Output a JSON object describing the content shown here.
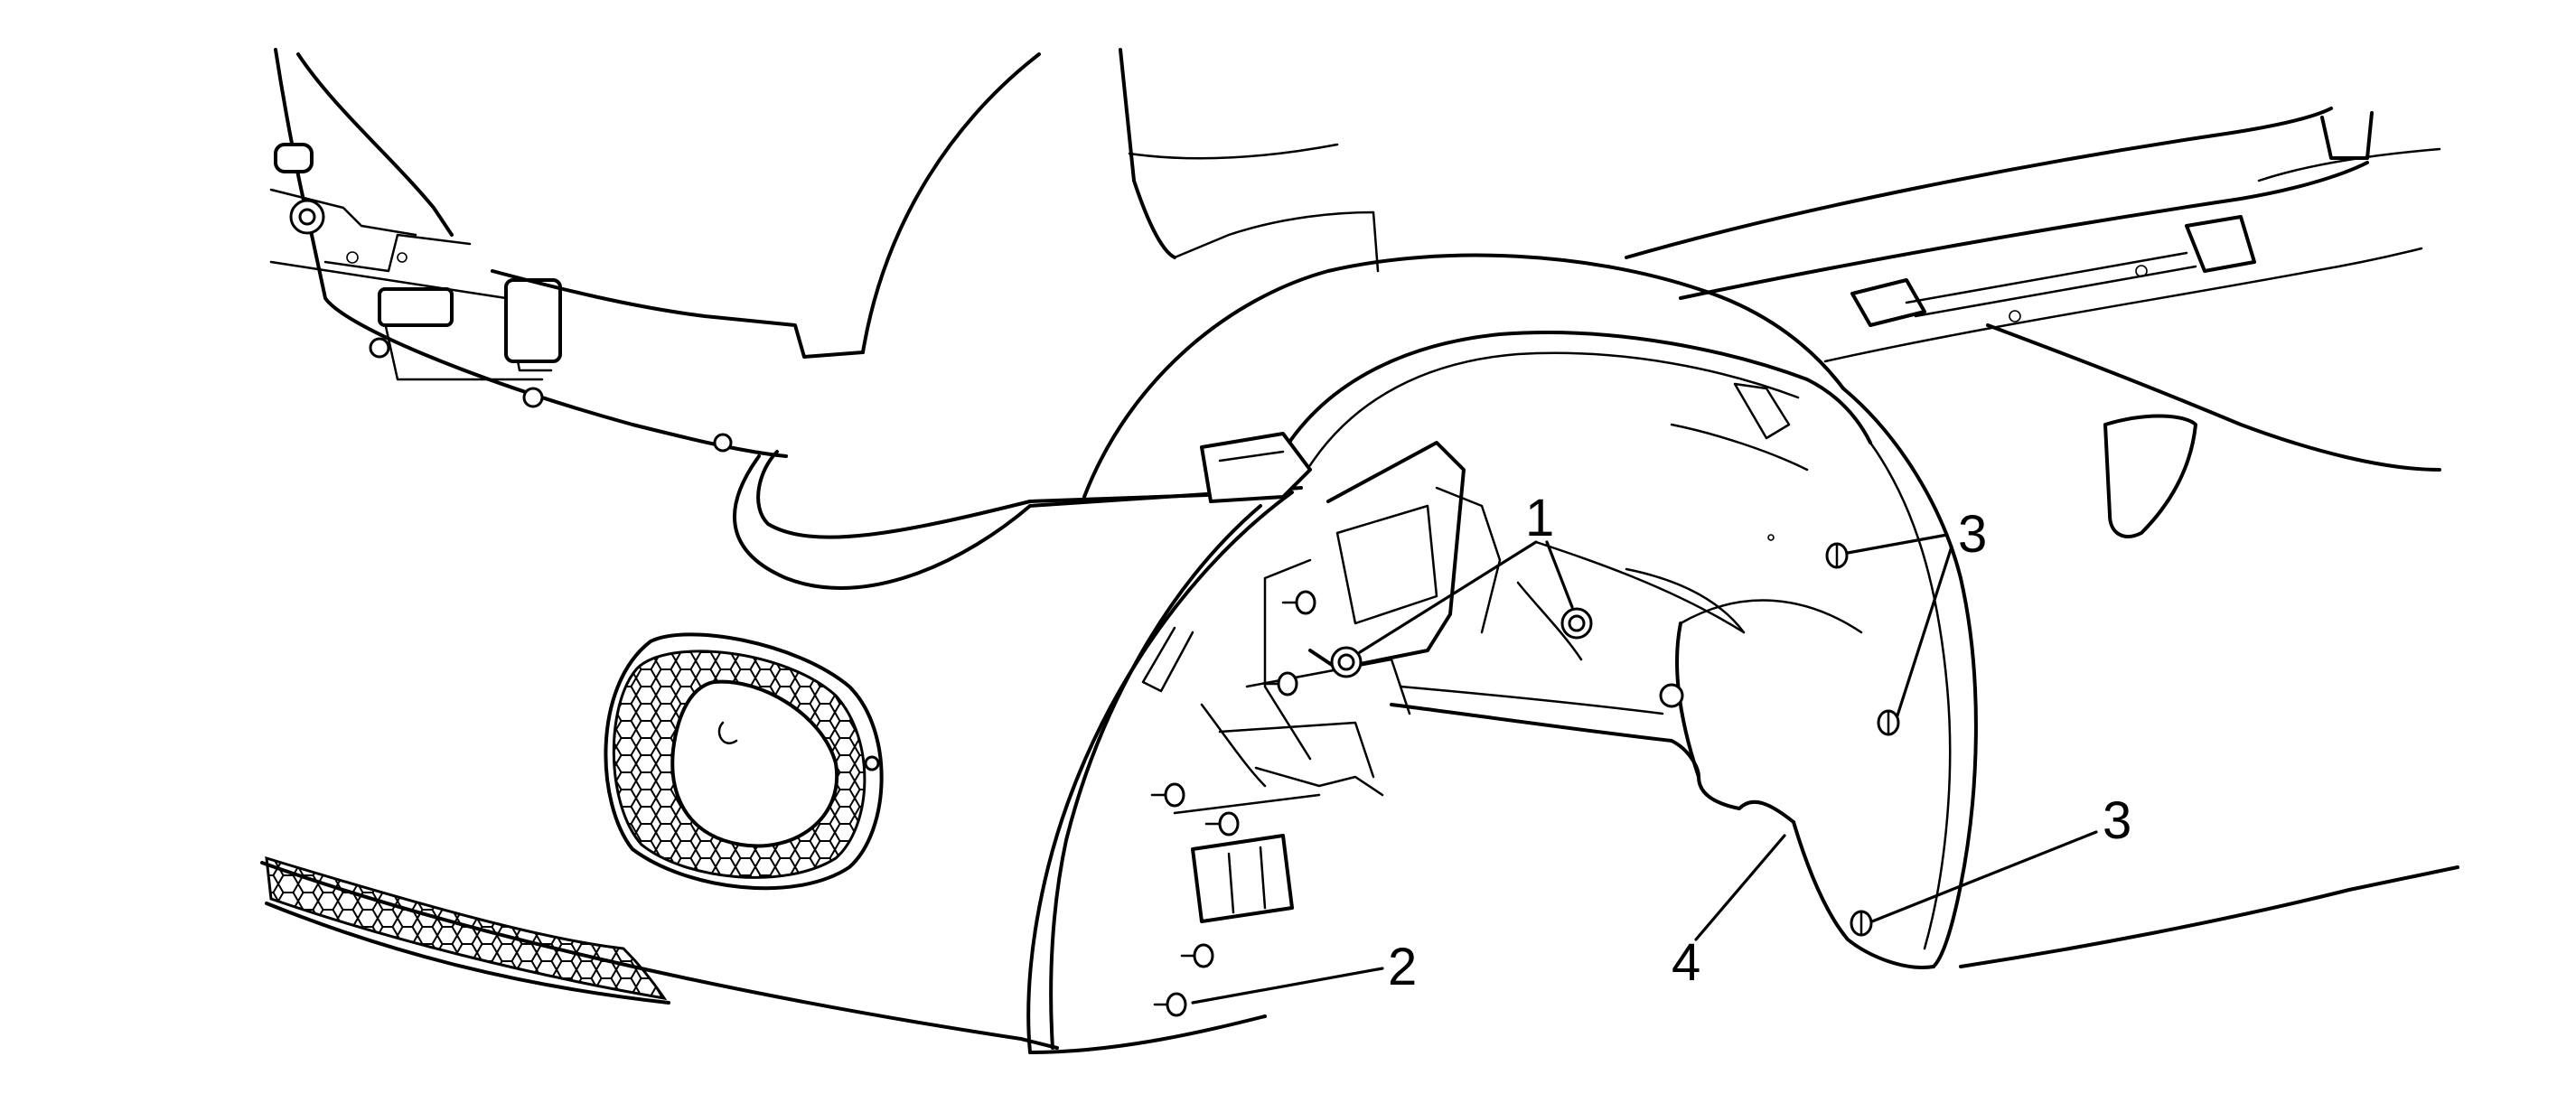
{
  "callouts": [
    {
      "id": "1",
      "label": "1"
    },
    {
      "id": "2",
      "label": "2"
    },
    {
      "id": "3a",
      "label": "3"
    },
    {
      "id": "3b",
      "label": "3"
    },
    {
      "id": "4",
      "label": "4"
    }
  ],
  "colors": {
    "line": "#000000",
    "background": "#ffffff"
  }
}
